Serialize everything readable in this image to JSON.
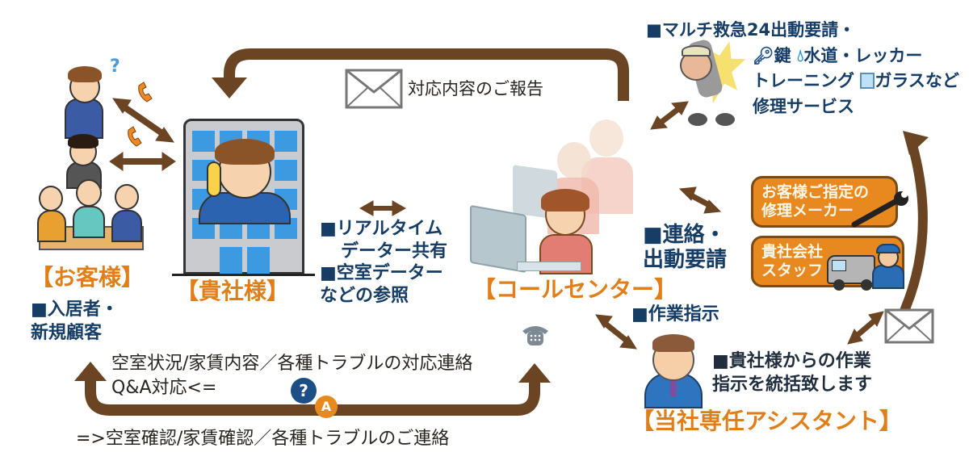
{
  "title": "Call center support workflow diagram",
  "colors": {
    "arrow_brown": "#6b4423",
    "label_orange": "#e07f1a",
    "text_navy": "#163d66",
    "box_orange": "#e8891f",
    "window_blue": "#3d9ae0"
  },
  "nodes": {
    "customer": {
      "label": "【お客様】",
      "desc_line1": "■入居者・",
      "desc_line2": "新規顧客"
    },
    "client_company": {
      "label": "【貴社様】"
    },
    "call_center": {
      "label": "【コールセンター】"
    },
    "assistant": {
      "label": "【当社専任アシスタント】",
      "desc_line1": "■貴社様からの作業",
      "desc_line2": "指示を統括致します"
    }
  },
  "top_flow": {
    "label": "対応内容のご報告",
    "icon": "envelope-icon"
  },
  "data_share": {
    "line1": "■リアルタイム",
    "line2": "データー共有",
    "line3": "■空室データー",
    "line4": "などの参照"
  },
  "emergency": {
    "line1": "■マルチ救急24出動要請・",
    "line2_key": "鍵",
    "line2_rest": "水道・レッカー",
    "line3_a": "トレーニング",
    "line3_b": "ガラスなど",
    "line4": "修理サービス",
    "icons": [
      "key-icon",
      "water-drop-icon",
      "glass-icon"
    ]
  },
  "dispatch": {
    "line1": "■連絡・",
    "line2": "出動要請"
  },
  "repair_options": [
    {
      "line1": "お客様ご指定の",
      "line2": "修理メーカー"
    },
    {
      "line1": "貴社会社",
      "line2": "スタッフ"
    }
  ],
  "work_instruction": {
    "label": "■作業指示"
  },
  "bottom_flow": {
    "upper_line1": "空室状況/家賃内容／各種トラブルの対応連絡",
    "upper_line2": "Q&A対応<=",
    "lower_line": "=>空室確認/家賃確認／各種トラブルのご連絡",
    "qa_question": "?",
    "qa_answer": "A"
  }
}
